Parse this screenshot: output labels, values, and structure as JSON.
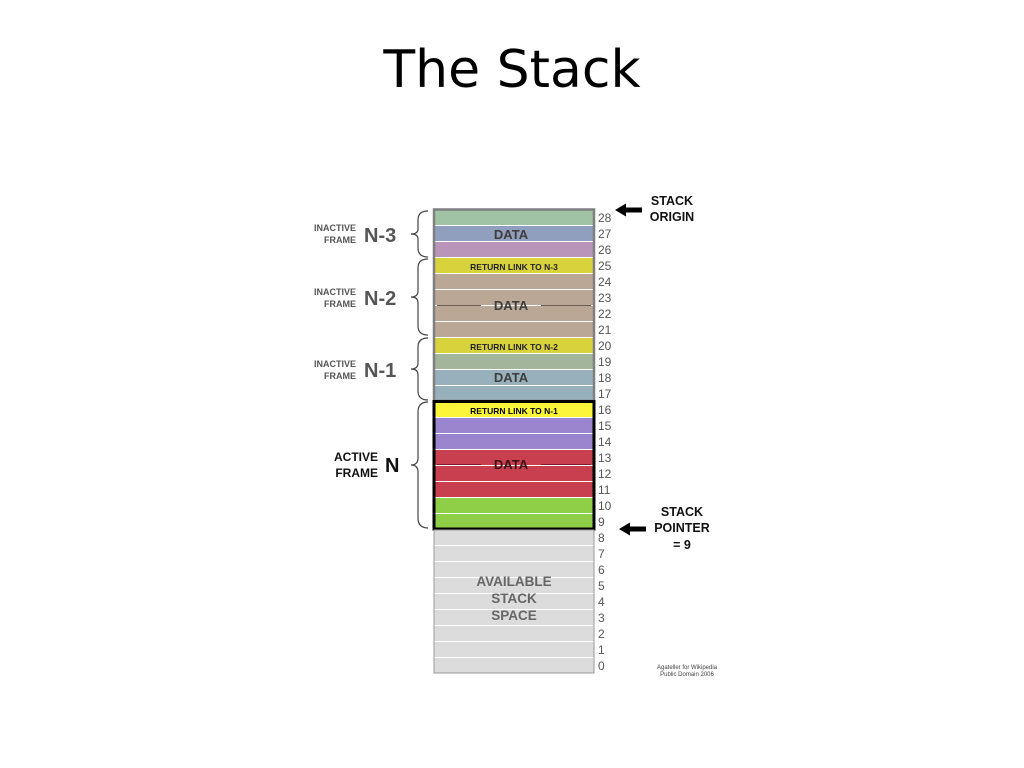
{
  "title": "The Stack",
  "colors": {
    "n3_top": "#9fc3a4",
    "n3_mid": "#8f9fbd",
    "n3_bot": "#b996b9",
    "return_link_inactive": "#d8d33c",
    "n2_data": "#bba796",
    "n1_top": "#a3b59b",
    "n1_data": "#98b0bc",
    "return_link_active": "#fbf63a",
    "active_purple": "#9b85cf",
    "active_red": "#c83f4f",
    "active_green": "#8fcf48",
    "available": "#dcdcdc",
    "frame_border": "#7f7f7f",
    "active_border": "#000000"
  },
  "stack": {
    "cells": [
      {
        "index": "28",
        "color": "#9fc3a4"
      },
      {
        "index": "27",
        "color": "#8f9fbd"
      },
      {
        "index": "26",
        "color": "#b996b9"
      },
      {
        "index": "25",
        "color": "#d8d33c"
      },
      {
        "index": "24",
        "color": "#bba796"
      },
      {
        "index": "23",
        "color": "#bba796"
      },
      {
        "index": "22",
        "color": "#bba796"
      },
      {
        "index": "21",
        "color": "#bba796"
      },
      {
        "index": "20",
        "color": "#d8d33c"
      },
      {
        "index": "19",
        "color": "#a3b59b"
      },
      {
        "index": "18",
        "color": "#98b0bc"
      },
      {
        "index": "17",
        "color": "#98b0bc"
      },
      {
        "index": "16",
        "color": "#fbf63a"
      },
      {
        "index": "15",
        "color": "#9b85cf"
      },
      {
        "index": "14",
        "color": "#9b85cf"
      },
      {
        "index": "13",
        "color": "#c83f4f"
      },
      {
        "index": "12",
        "color": "#c83f4f"
      },
      {
        "index": "11",
        "color": "#c83f4f"
      },
      {
        "index": "10",
        "color": "#8fcf48"
      },
      {
        "index": "9",
        "color": "#8fcf48"
      },
      {
        "index": "8",
        "color": "#dcdcdc"
      },
      {
        "index": "7",
        "color": "#dcdcdc"
      },
      {
        "index": "6",
        "color": "#dcdcdc"
      },
      {
        "index": "5",
        "color": "#dcdcdc"
      },
      {
        "index": "4",
        "color": "#dcdcdc"
      },
      {
        "index": "3",
        "color": "#dcdcdc"
      },
      {
        "index": "2",
        "color": "#dcdcdc"
      },
      {
        "index": "1",
        "color": "#dcdcdc"
      },
      {
        "index": "0",
        "color": "#dcdcdc"
      }
    ],
    "labels": {
      "n3_data": "DATA",
      "return_link_n3": "RETURN LINK TO N-3",
      "n2_data": "DATA",
      "return_link_n2": "RETURN LINK TO N-2",
      "n1_data": "DATA",
      "return_link_n1": "RETURN LINK TO N-1",
      "n_data": "DATA",
      "available_line1": "AVAILABLE",
      "available_line2": "STACK",
      "available_line3": "SPACE"
    }
  },
  "frames": {
    "n3": {
      "small_line1": "INACTIVE",
      "small_line2": "FRAME",
      "big": "N-3"
    },
    "n2": {
      "small_line1": "INACTIVE",
      "small_line2": "FRAME",
      "big": "N-2"
    },
    "n1": {
      "small_line1": "INACTIVE",
      "small_line2": "FRAME",
      "big": "N-1"
    },
    "n": {
      "small_line1": "ACTIVE",
      "small_line2": "FRAME",
      "big": "N"
    }
  },
  "pointers": {
    "origin": {
      "line1": "STACK",
      "line2": "ORIGIN"
    },
    "pointer": {
      "line1": "STACK",
      "line2": "POINTER",
      "line3": "= 9"
    }
  },
  "credit": {
    "line1": "Agateller for Wikipedia",
    "line2": "Public Domain 2006"
  }
}
